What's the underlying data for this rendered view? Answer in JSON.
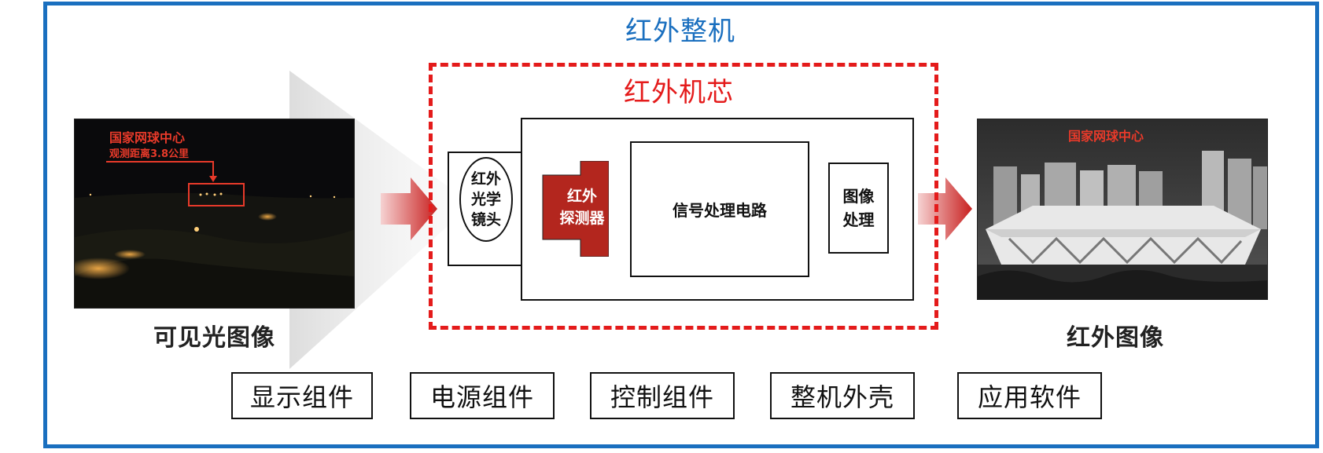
{
  "whole_system_title": "红外整机",
  "core_title": "红外机芯",
  "lens": [
    "红外",
    "光学",
    "镜头"
  ],
  "detector": [
    "红外",
    "探测器"
  ],
  "signal_circuit": "信号处理电路",
  "image_processing": [
    "图像",
    "处理"
  ],
  "visible_image": {
    "label_line1": "国家网球中心",
    "label_line2": "观测距离3.8公里",
    "caption": "可见光图像"
  },
  "infrared_image": {
    "label": "国家网球中心",
    "caption": "红外图像"
  },
  "components": [
    "显示组件",
    "电源组件",
    "控制组件",
    "整机外壳",
    "应用软件"
  ],
  "colors": {
    "frame_blue": "#1a6fbf",
    "core_red": "#e41b1b",
    "detector_fill": "#b3261e"
  }
}
